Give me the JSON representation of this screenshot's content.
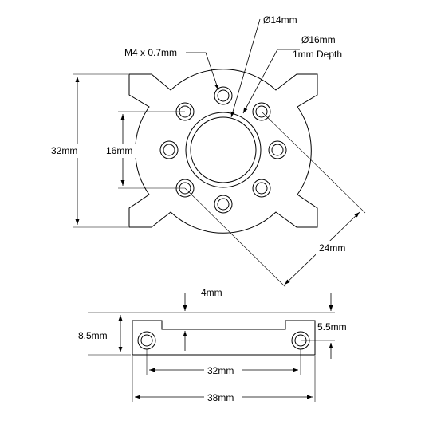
{
  "top_view": {
    "dia_bore_label": "Ø14mm",
    "dia_counterbore_label": "Ø16mm",
    "counterbore_depth_label": "1mm Depth",
    "tap_label": "M4 x 0.7mm",
    "height_label": "32mm",
    "inner_spacing_label": "16mm",
    "diagonal_label": "24mm"
  },
  "side_view": {
    "thickness_label": "4mm",
    "height_label": "8.5mm",
    "hole_height_label": "5.5mm",
    "hole_spacing_label": "32mm",
    "width_label": "38mm"
  }
}
